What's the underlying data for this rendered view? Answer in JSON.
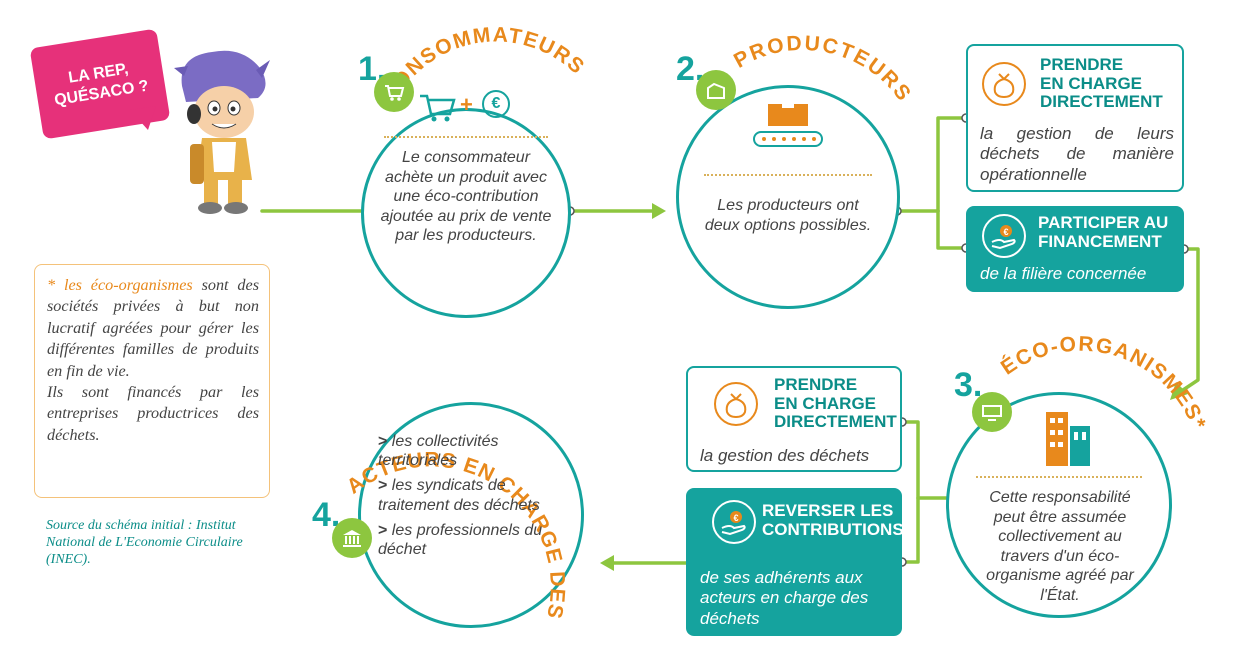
{
  "bubble": {
    "line1": "LA REP,",
    "line2": "QUÉSACO ?"
  },
  "step1": {
    "number": "1.",
    "title": "CONSOMMATEURS",
    "text": "Le consommateur achète un produit avec une éco-contribution ajoutée au prix de vente par les producteurs."
  },
  "step2": {
    "number": "2.",
    "title": "PRODUCTEURS",
    "text": "Les producteurs ont deux options possibles."
  },
  "step3": {
    "number": "3.",
    "title": "ÉCO-ORGANISMES*",
    "text": "Cette responsabilité peut être assumée collectivement au travers d'un éco-organisme agréé par l'État."
  },
  "step4": {
    "number": "4.",
    "title": "ACTEURS EN CHARGE DES DÉCHETS",
    "items": [
      "les collectivités territoriales",
      "les syndicats de traitement des déchets",
      "les professionnels du déchet"
    ],
    "bullet": ">"
  },
  "options_producteurs": {
    "direct": {
      "title_l1": "PRENDRE",
      "title_l2": "EN CHARGE",
      "title_l3": "DIRECTEMENT",
      "desc": "la gestion de leurs déchets de manière opérationnelle"
    },
    "finance": {
      "title_l1": "PARTICIPER AU",
      "title_l2": "FINANCEMENT",
      "desc": "de la filière concernée"
    }
  },
  "options_eco": {
    "direct": {
      "title_l1": "PRENDRE",
      "title_l2": "EN CHARGE",
      "title_l3": "DIRECTEMENT",
      "desc": "la gestion des déchets"
    },
    "reverse": {
      "title_l1": "REVERSER LES",
      "title_l2": "CONTRIBUTIONS",
      "desc": "de ses adhérents aux acteurs en charge des déchets"
    }
  },
  "plus_sign": "+",
  "euro_sign": "€",
  "footnote": {
    "highlight": "* les éco-organismes",
    "text1": " sont des sociétés privées à but non lucratif agréées pour gérer les différentes familles de produits en fin de vie.",
    "text2": "Ils sont financés par les entreprises productrices des déchets."
  },
  "source": "Source du schéma initial : Institut National de L'Economie Circulaire (INEC).",
  "colors": {
    "teal": "#15a39e",
    "green": "#8dc63f",
    "orange": "#e8891c",
    "pink": "#e6317a"
  }
}
